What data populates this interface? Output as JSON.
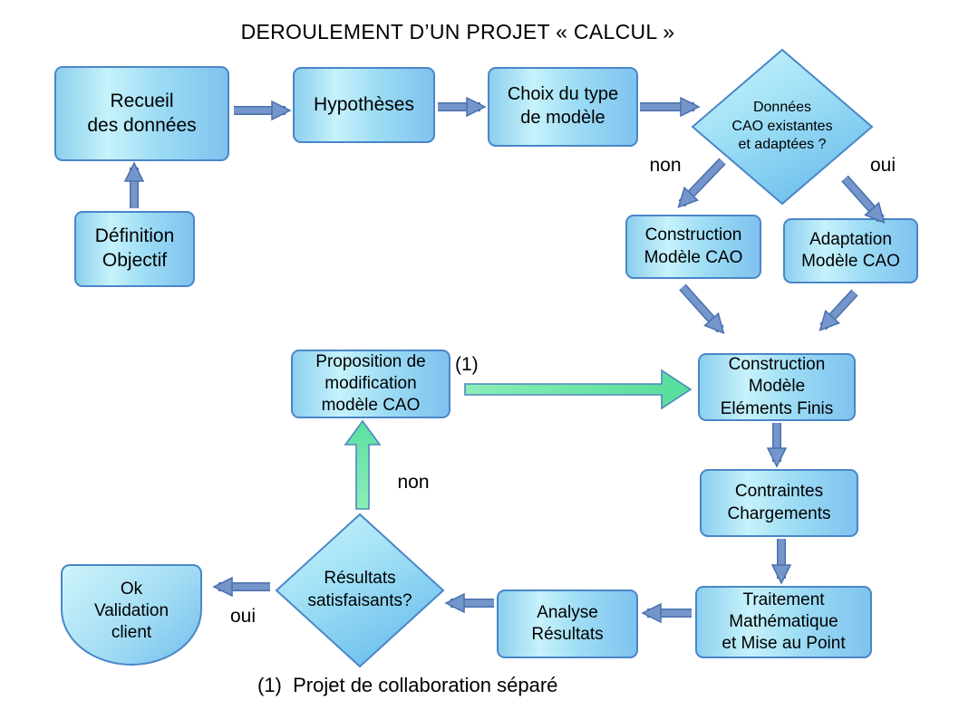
{
  "title": "DEROULEMENT D’UN PROJET « CALCUL »",
  "footnote": "(1)  Projet de collaboration séparé",
  "nodes": {
    "recueil": "Recueil\ndes données",
    "definition": "Définition\nObjectif",
    "hypotheses": "Hypothèses",
    "choix": "Choix du type\nde modèle",
    "donnees_cao": "Données\nCAO existantes\net adaptées ?",
    "construction_cao": "Construction\nModèle CAO",
    "adaptation_cao": "Adaptation\nModèle CAO",
    "proposition": "Proposition de\nmodification\nmodèle CAO",
    "construction_ef": "Construction\nModèle\nEléments Finis",
    "contraintes": "Contraintes\nChargements",
    "traitement": "Traitement\nMathématique\net Mise au Point",
    "analyse": "Analyse\nRésultats",
    "resultats": "Résultats\nsatisfaisants?",
    "ok_validation": "Ok\nValidation\nclient"
  },
  "labels": {
    "non_top": "non",
    "oui_top": "oui",
    "non_bottom": "non",
    "oui_bottom": "oui",
    "ref_1": "(1)"
  },
  "edges": [
    {
      "from": "definition",
      "to": "recueil",
      "color": "blue"
    },
    {
      "from": "recueil",
      "to": "hypotheses",
      "color": "blue"
    },
    {
      "from": "hypotheses",
      "to": "choix",
      "color": "blue"
    },
    {
      "from": "choix",
      "to": "donnees_cao",
      "color": "blue"
    },
    {
      "from": "donnees_cao",
      "to": "construction_cao",
      "label": "non",
      "color": "blue"
    },
    {
      "from": "donnees_cao",
      "to": "adaptation_cao",
      "label": "oui",
      "color": "blue"
    },
    {
      "from": "construction_cao",
      "to": "construction_ef",
      "color": "blue"
    },
    {
      "from": "adaptation_cao",
      "to": "construction_ef",
      "color": "blue"
    },
    {
      "from": "construction_ef",
      "to": "contraintes",
      "color": "blue"
    },
    {
      "from": "contraintes",
      "to": "traitement",
      "color": "blue"
    },
    {
      "from": "traitement",
      "to": "analyse",
      "color": "blue"
    },
    {
      "from": "analyse",
      "to": "resultats",
      "color": "blue"
    },
    {
      "from": "resultats",
      "to": "ok_validation",
      "label": "oui",
      "color": "blue"
    },
    {
      "from": "resultats",
      "to": "proposition",
      "label": "non",
      "color": "green"
    },
    {
      "from": "proposition",
      "to": "construction_ef",
      "label": "(1)",
      "color": "green"
    }
  ],
  "colors": {
    "node_border": "#4a86c8",
    "node_fill_light": "#c6f2fb",
    "node_fill_dark": "#7fc2ef",
    "arrow_blue": "#7496cb",
    "arrow_blue_outline": "#4a70ad",
    "arrow_green": "#6fe3a6",
    "arrow_green_outline": "#4f86c0",
    "text": "#000000",
    "background": "#ffffff"
  }
}
